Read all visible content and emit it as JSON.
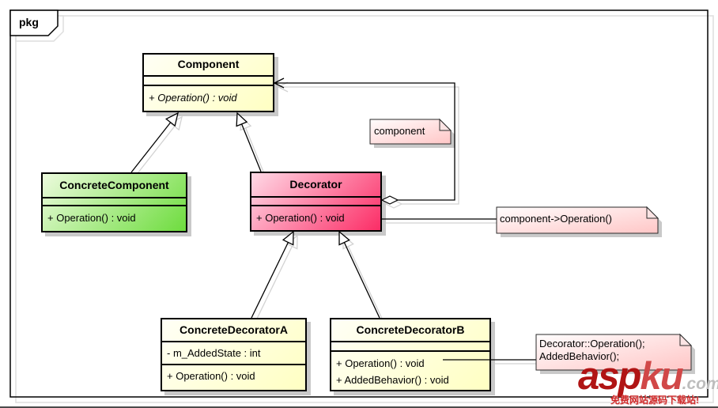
{
  "diagram": {
    "tab_label": "pkg",
    "classes": {
      "component": {
        "name": "Component",
        "attributes": [],
        "operations": [
          "+ Operation() : void"
        ]
      },
      "concrete_component": {
        "name": "ConcreteComponent",
        "attributes": [],
        "operations": [
          "+ Operation() : void"
        ]
      },
      "decorator": {
        "name": "Decorator",
        "attributes": [],
        "operations": [
          "+ Operation() : void"
        ]
      },
      "concrete_decorator_a": {
        "name": "ConcreteDecoratorA",
        "attributes": [
          "- m_AddedState : int"
        ],
        "operations": [
          "+ Operation() : void"
        ]
      },
      "concrete_decorator_b": {
        "name": "ConcreteDecoratorB",
        "attributes": [],
        "operations": [
          "+ Operation() : void",
          "+ AddedBehavior() : void"
        ]
      }
    },
    "notes": {
      "component_role": "component",
      "decorator_operation_impl": "component->Operation()",
      "concrete_decorator_b_operation_impl": [
        "Decorator::Operation();",
        "AddedBehavior();"
      ]
    },
    "relationships": [
      {
        "type": "generalization",
        "from": "ConcreteComponent",
        "to": "Component"
      },
      {
        "type": "generalization",
        "from": "Decorator",
        "to": "Component"
      },
      {
        "type": "generalization",
        "from": "ConcreteDecoratorA",
        "to": "Decorator"
      },
      {
        "type": "generalization",
        "from": "ConcreteDecoratorB",
        "to": "Decorator"
      },
      {
        "type": "aggregation",
        "from": "Decorator",
        "to": "Component",
        "label": "component"
      }
    ],
    "colors": {
      "class_yellow": "#ffffc2",
      "class_green": "#6edc3e",
      "class_pink": "#fb2d66",
      "note_pink": "#ffc6c6",
      "shadow_gray": "#c9c9c9",
      "watermark_red": "#b01414"
    },
    "watermark": {
      "brand_left": "asp",
      "brand_right": "ku",
      "domain": ".com",
      "tagline": "免费网站源码下载站!"
    }
  }
}
